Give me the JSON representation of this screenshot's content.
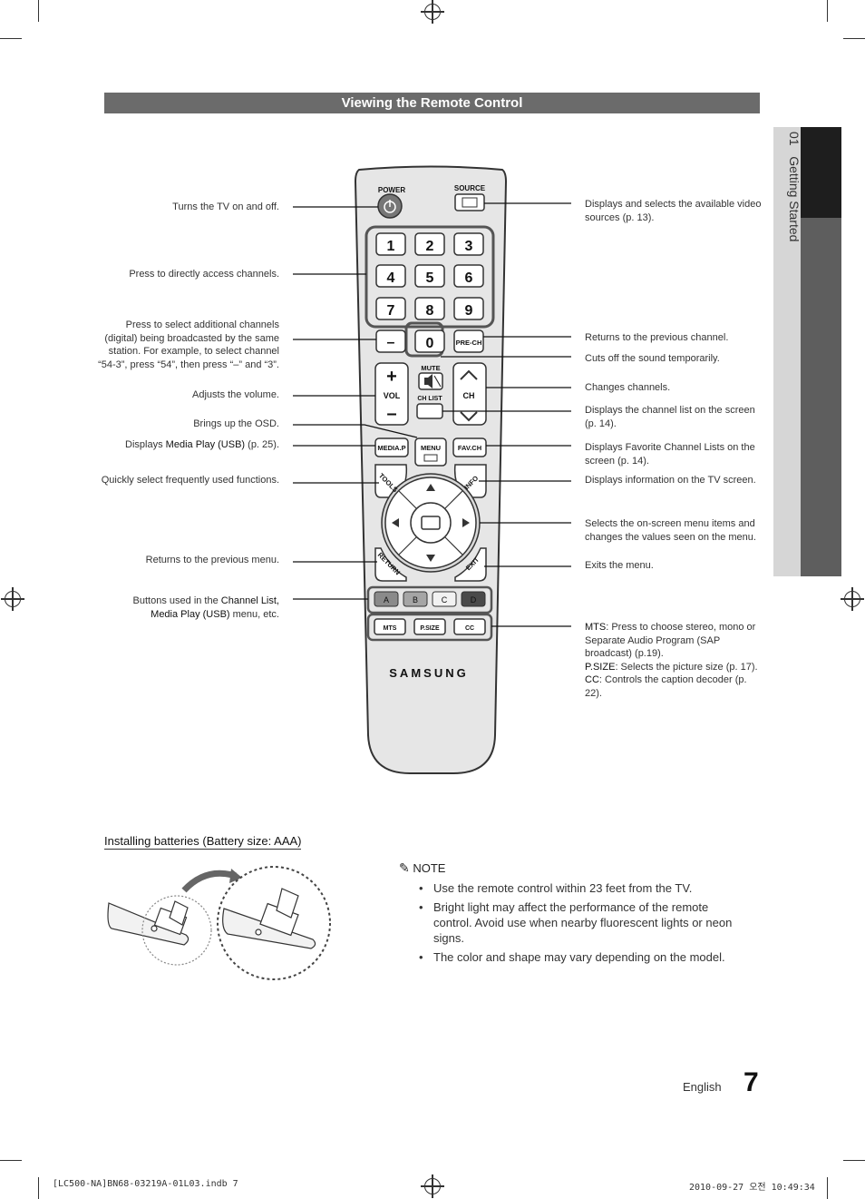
{
  "section_title": "Viewing the Remote Control",
  "side_tab": {
    "number": "01",
    "label": "Getting Started"
  },
  "left_labels": [
    {
      "id": "power",
      "text": "Turns the TV on and off."
    },
    {
      "id": "numbers",
      "text": "Press to directly access channels."
    },
    {
      "id": "dash",
      "text": "Press to select additional channels (digital) being broadcasted by the same station. For example, to select channel “54-3”, press “54”, then press “–” and “3”."
    },
    {
      "id": "vol",
      "text": "Adjusts the volume."
    },
    {
      "id": "menu",
      "text": "Brings up the OSD."
    },
    {
      "id": "mediap_pre",
      "text": "Displays "
    },
    {
      "id": "mediap_bold",
      "text": "Media Play (USB)"
    },
    {
      "id": "mediap_post",
      "text": " (p. 25)."
    },
    {
      "id": "tools",
      "text": "Quickly select frequently used functions."
    },
    {
      "id": "return",
      "text": "Returns to the previous menu."
    },
    {
      "id": "color_pre",
      "text": "Buttons used in the "
    },
    {
      "id": "color_bold1",
      "text": "Channel List,"
    },
    {
      "id": "color_bold2",
      "text": "Media Play (USB)"
    },
    {
      "id": "color_post",
      "text": " menu, etc."
    }
  ],
  "right_labels": [
    {
      "id": "source",
      "text": "Displays and selects the available video sources (p. 13)."
    },
    {
      "id": "prech",
      "text": "Returns to the previous channel."
    },
    {
      "id": "mute",
      "text": "Cuts off the sound temporarily."
    },
    {
      "id": "ch",
      "text": "Changes channels."
    },
    {
      "id": "chlist",
      "text": "Displays the channel list on the screen (p. 14)."
    },
    {
      "id": "favch",
      "text": "Displays Favorite Channel Lists on the screen (p. 14)."
    },
    {
      "id": "info",
      "text": "Displays information on the TV screen."
    },
    {
      "id": "nav",
      "text": "Selects the on-screen menu items and changes the values seen on the menu."
    },
    {
      "id": "exit",
      "text": "Exits the menu."
    },
    {
      "id": "mts_key",
      "text": "MTS"
    },
    {
      "id": "mts_text",
      "text": ": Press to choose stereo, mono or Separate Audio Program (SAP broadcast) (p.19)."
    },
    {
      "id": "psize_key",
      "text": "P.SIZE"
    },
    {
      "id": "psize_text",
      "text": ": Selects the picture size (p. 17)."
    },
    {
      "id": "cc_key",
      "text": "CC"
    },
    {
      "id": "cc_text",
      "text": ": Controls the caption decoder (p. 22)."
    }
  ],
  "remote": {
    "power": "POWER",
    "source": "SOURCE",
    "digits": [
      "1",
      "2",
      "3",
      "4",
      "5",
      "6",
      "7",
      "8",
      "9"
    ],
    "dash": "–",
    "zero": "0",
    "prech": "PRE-CH",
    "mute": "MUTE",
    "vol": "VOL",
    "ch": "CH",
    "chlist": "CH LIST",
    "mediap": "MEDIA.P",
    "menu": "MENU",
    "favch": "FAV.CH",
    "tools": "TOOLS",
    "info": "INFO",
    "return": "RETURN",
    "exit": "EXIT",
    "colors": [
      "A",
      "B",
      "C",
      "D"
    ],
    "mts": "MTS",
    "psize": "P.SIZE",
    "cc": "CC",
    "brand": "SAMSUNG"
  },
  "battery_section_title": "Installing batteries (Battery size: AAA)",
  "note": {
    "title": "NOTE",
    "items": [
      "Use the remote control within 23 feet from the TV.",
      "Bright light may affect the performance of the remote control. Avoid use when nearby fluorescent lights or neon signs.",
      "The color and shape may vary depending on the model."
    ]
  },
  "footer": {
    "language": "English",
    "page": "7"
  },
  "print_info": {
    "file": "[LC500-NA]BN68-03219A-01L03.indb   7",
    "datetime": "2010-09-27   오전 10:49:34"
  }
}
